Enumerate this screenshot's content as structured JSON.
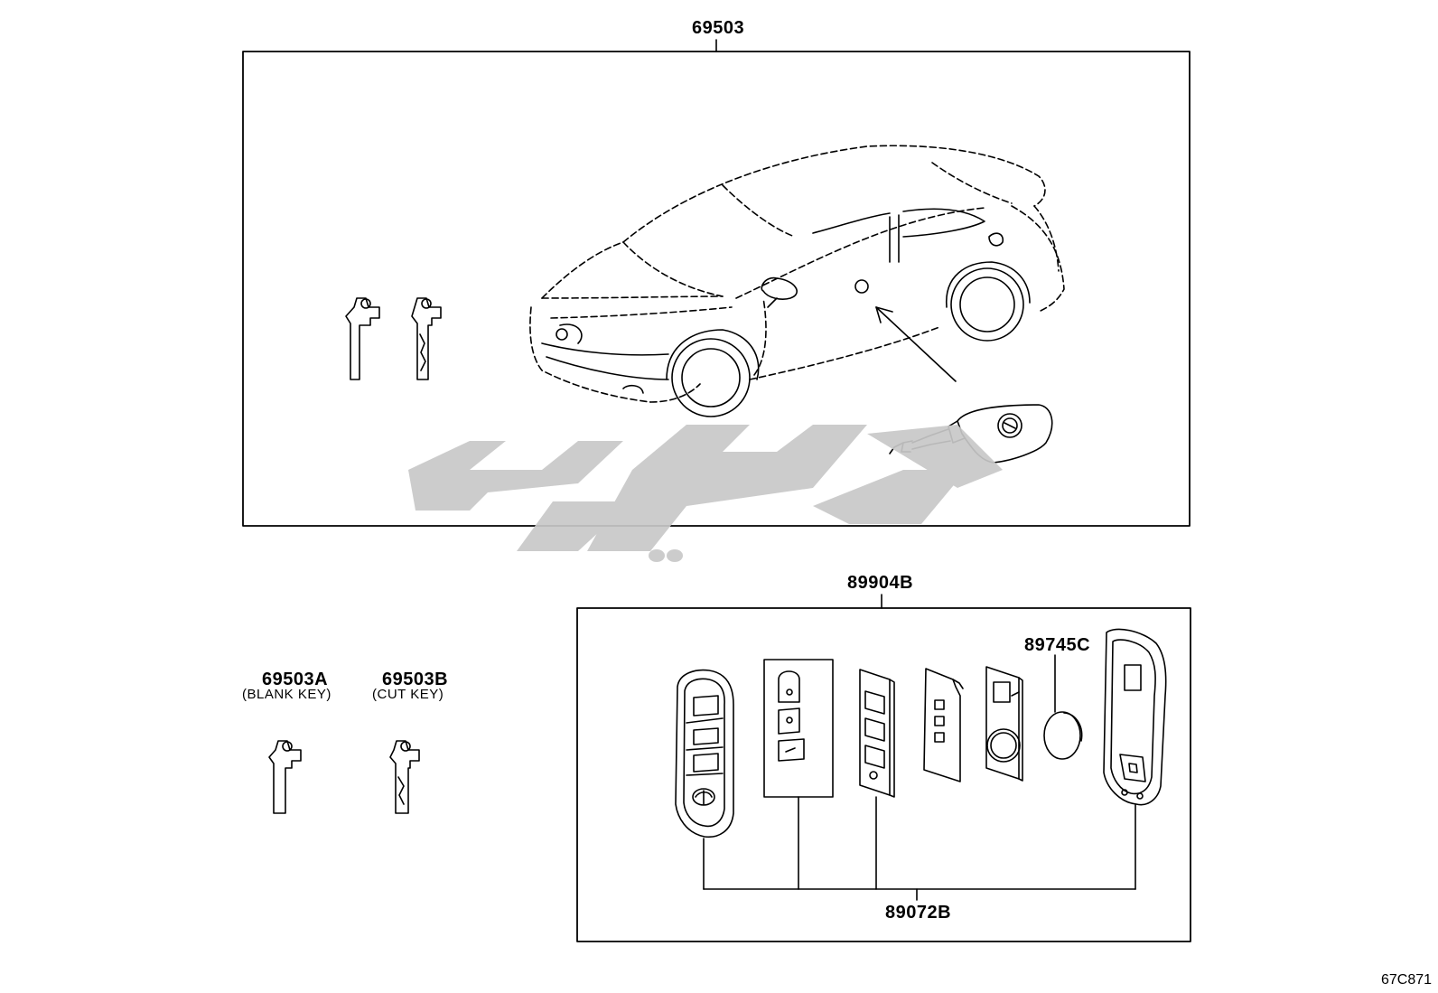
{
  "parts": {
    "main_kit": "69503",
    "blank_key_no": "69503A",
    "blank_key_desc": "(BLANK KEY)",
    "cut_key_no": "69503B",
    "cut_key_desc": "(CUT KEY)",
    "smart_key_kit": "89904B",
    "battery": "89745C",
    "transmitter_assy": "89072B"
  },
  "diagram_code": "67C871",
  "colors": {
    "line": "#000000",
    "watermark": "#c8c8c8",
    "background": "#ffffff"
  }
}
